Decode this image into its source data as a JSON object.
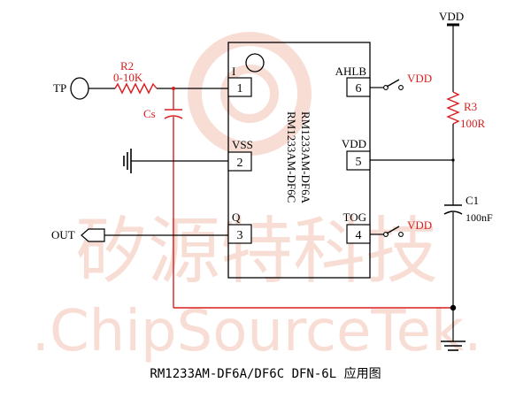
{
  "watermark": {
    "chinese": "矽源特科技",
    "english": ".ChipSourceTek.",
    "color": "#f3c2b4"
  },
  "chip": {
    "name_a": "RM1233AM-DF6A",
    "name_b": "RM1233AM-DF6C",
    "pins": [
      {
        "number": "1",
        "label": "I"
      },
      {
        "number": "2",
        "label": "VSS"
      },
      {
        "number": "3",
        "label": "Q"
      },
      {
        "number": "4",
        "label": "TOG"
      },
      {
        "number": "5",
        "label": "VDD"
      },
      {
        "number": "6",
        "label": "AHLB"
      }
    ]
  },
  "components": {
    "tp_label": "TP",
    "out_label": "OUT",
    "r2_name": "R2",
    "r2_value": "0-10K",
    "cs_name": "Cs",
    "r3_name": "R3",
    "r3_value": "100R",
    "c1_name": "C1",
    "c1_value": "100nF",
    "vdd_top": "VDD",
    "vdd_ahlb": "VDD",
    "vdd_tog": "VDD"
  },
  "colors": {
    "wire": "#000000",
    "accent": "#d91e1e"
  },
  "caption": "RM1233AM-DF6A/DF6C DFN-6L 应用图"
}
